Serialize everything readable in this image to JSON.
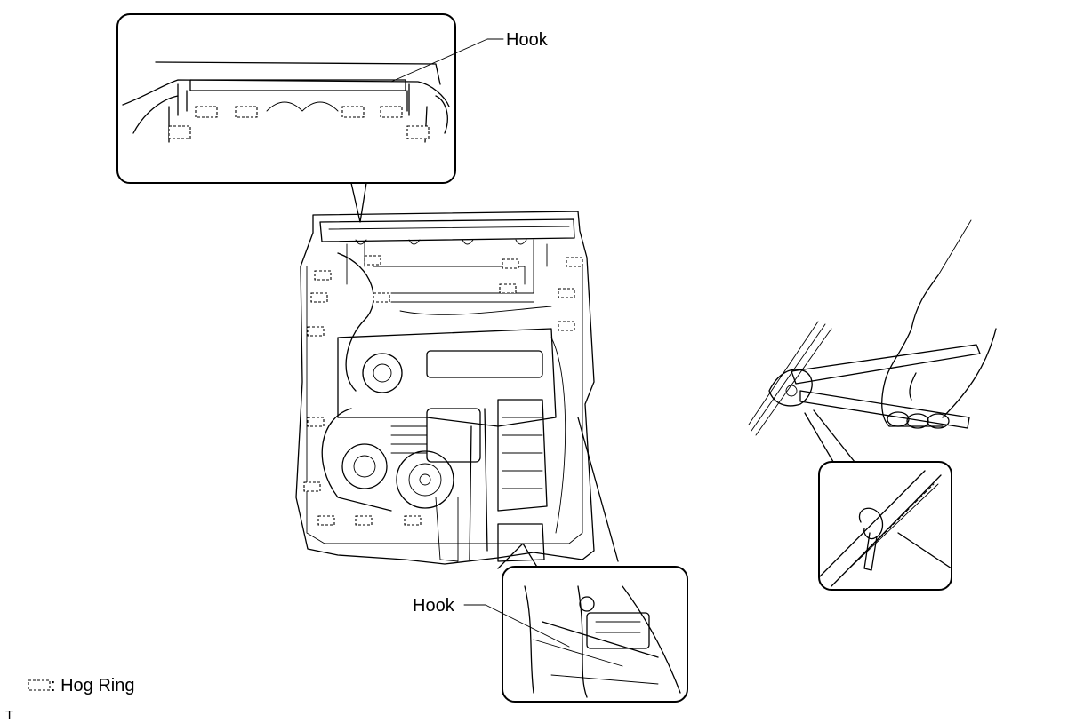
{
  "callouts": {
    "hook_top": "Hook",
    "hook_bottom": "Hook"
  },
  "legend": {
    "hog_ring": ": Hog Ring"
  },
  "corner_mark": "T"
}
